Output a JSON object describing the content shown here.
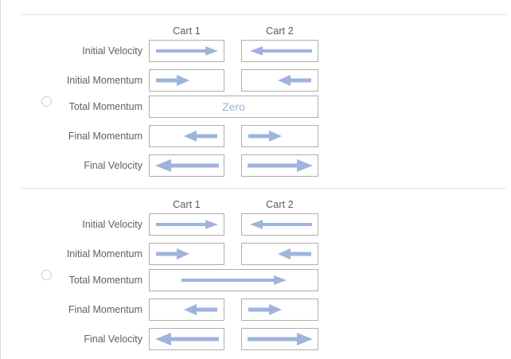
{
  "colors": {
    "arrow": "#9fb3dd",
    "zero_text": "#9fb3dd",
    "box_border": "#aeaeae",
    "divider": "#e6e6e6",
    "label_text": "#606060"
  },
  "columns": {
    "cart1_header": "Cart 1",
    "cart2_header": "Cart 2"
  },
  "row_labels": {
    "initial_velocity": "Initial Velocity",
    "initial_momentum": "Initial Momentum",
    "total_momentum": "Total Momentum",
    "final_momentum": "Final Momentum",
    "final_velocity": "Final Velocity"
  },
  "options": [
    {
      "id": "option-1",
      "selected": false,
      "rows": [
        {
          "label": "Initial Velocity",
          "layout": "split",
          "cart1": {
            "kind": "arrow",
            "direction": "right",
            "length": 78,
            "align": "center"
          },
          "cart2": {
            "kind": "arrow",
            "direction": "left",
            "length": 80,
            "align": "center"
          }
        },
        {
          "label": "Initial Momentum",
          "layout": "split",
          "cart1": {
            "kind": "arrow",
            "direction": "right",
            "length": 42,
            "align": "left"
          },
          "cart2": {
            "kind": "arrow",
            "direction": "left",
            "length": 42,
            "align": "right"
          }
        },
        {
          "label": "Total Momentum",
          "layout": "full",
          "full": {
            "kind": "text",
            "text": "Zero"
          }
        },
        {
          "label": "Final Momentum",
          "layout": "split",
          "cart1": {
            "kind": "arrow",
            "direction": "left",
            "length": 42,
            "align": "right"
          },
          "cart2": {
            "kind": "arrow",
            "direction": "right",
            "length": 42,
            "align": "left"
          }
        },
        {
          "label": "Final Velocity",
          "layout": "split",
          "cart1": {
            "kind": "arrow",
            "direction": "left",
            "length": 80,
            "align": "center"
          },
          "cart2": {
            "kind": "arrow",
            "direction": "right",
            "length": 82,
            "align": "center"
          }
        }
      ]
    },
    {
      "id": "option-2",
      "selected": false,
      "rows": [
        {
          "label": "Initial Velocity",
          "layout": "split",
          "cart1": {
            "kind": "arrow",
            "direction": "right",
            "length": 78,
            "align": "center"
          },
          "cart2": {
            "kind": "arrow",
            "direction": "left",
            "length": 80,
            "align": "center"
          }
        },
        {
          "label": "Initial Momentum",
          "layout": "split",
          "cart1": {
            "kind": "arrow",
            "direction": "right",
            "length": 42,
            "align": "left"
          },
          "cart2": {
            "kind": "arrow",
            "direction": "left",
            "length": 42,
            "align": "right"
          }
        },
        {
          "label": "Total Momentum",
          "layout": "full",
          "full": {
            "kind": "arrow",
            "direction": "right",
            "length": 132,
            "align": "center"
          }
        },
        {
          "label": "Final Momentum",
          "layout": "split",
          "cart1": {
            "kind": "arrow",
            "direction": "left",
            "length": 42,
            "align": "right"
          },
          "cart2": {
            "kind": "arrow",
            "direction": "right",
            "length": 42,
            "align": "left"
          }
        },
        {
          "label": "Final Velocity",
          "layout": "split",
          "cart1": {
            "kind": "arrow",
            "direction": "left",
            "length": 80,
            "align": "center"
          },
          "cart2": {
            "kind": "arrow",
            "direction": "right",
            "length": 82,
            "align": "center"
          }
        }
      ]
    }
  ]
}
